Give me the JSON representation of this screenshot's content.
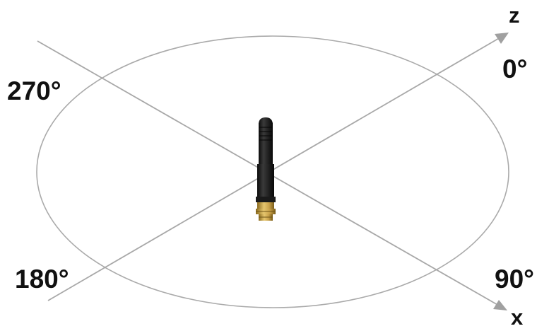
{
  "axes": {
    "z_label": "z",
    "x_label": "x"
  },
  "angles": {
    "deg_0": "0°",
    "deg_90": "90°",
    "deg_180": "180°",
    "deg_270": "270°"
  },
  "colors": {
    "guide_line": "#a8a8a8",
    "arrow_head": "#a0a0a0",
    "antenna_body": "#222222",
    "connector": "#c9a24a",
    "text": "#111111"
  }
}
